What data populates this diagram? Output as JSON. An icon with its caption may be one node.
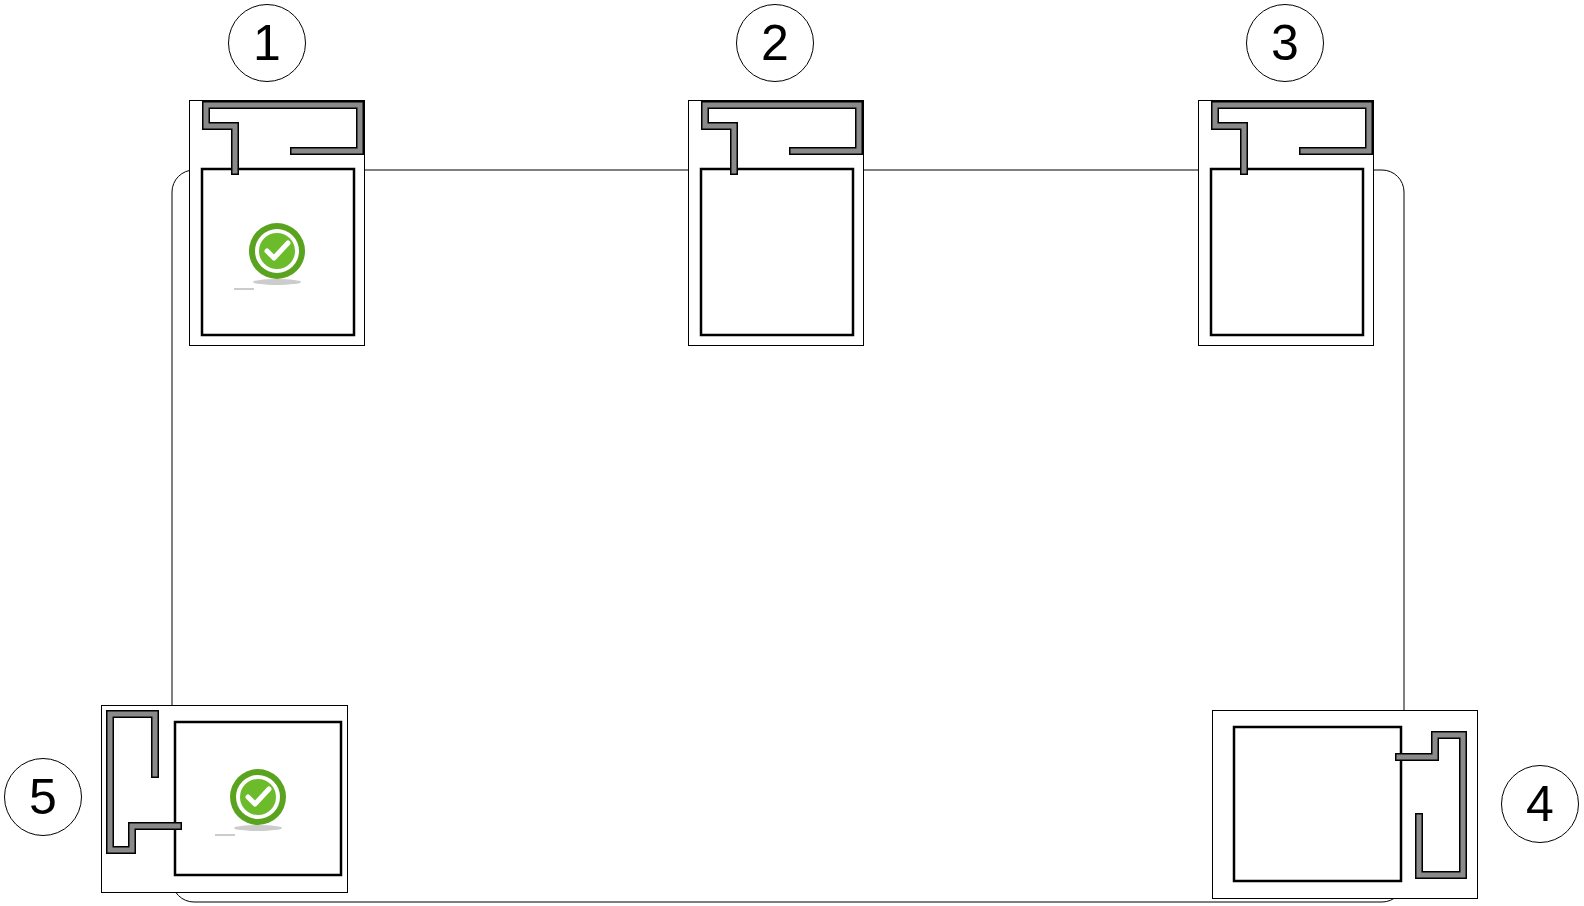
{
  "diagram": {
    "nodes": [
      {
        "text": [
          "1"
        ]
      },
      {
        "text": [
          "2"
        ]
      },
      {
        "text": [
          "3"
        ]
      },
      {
        "text": [
          "4"
        ]
      },
      {
        "text": [
          "5"
        ]
      },
      {
        "text": [],
        "shape": "box"
      },
      {
        "text": [],
        "shape": "box"
      },
      {
        "text": [],
        "shape": "box"
      },
      {
        "text": [],
        "shape": "box"
      },
      {
        "text": [],
        "shape": "box"
      }
    ]
  }
}
